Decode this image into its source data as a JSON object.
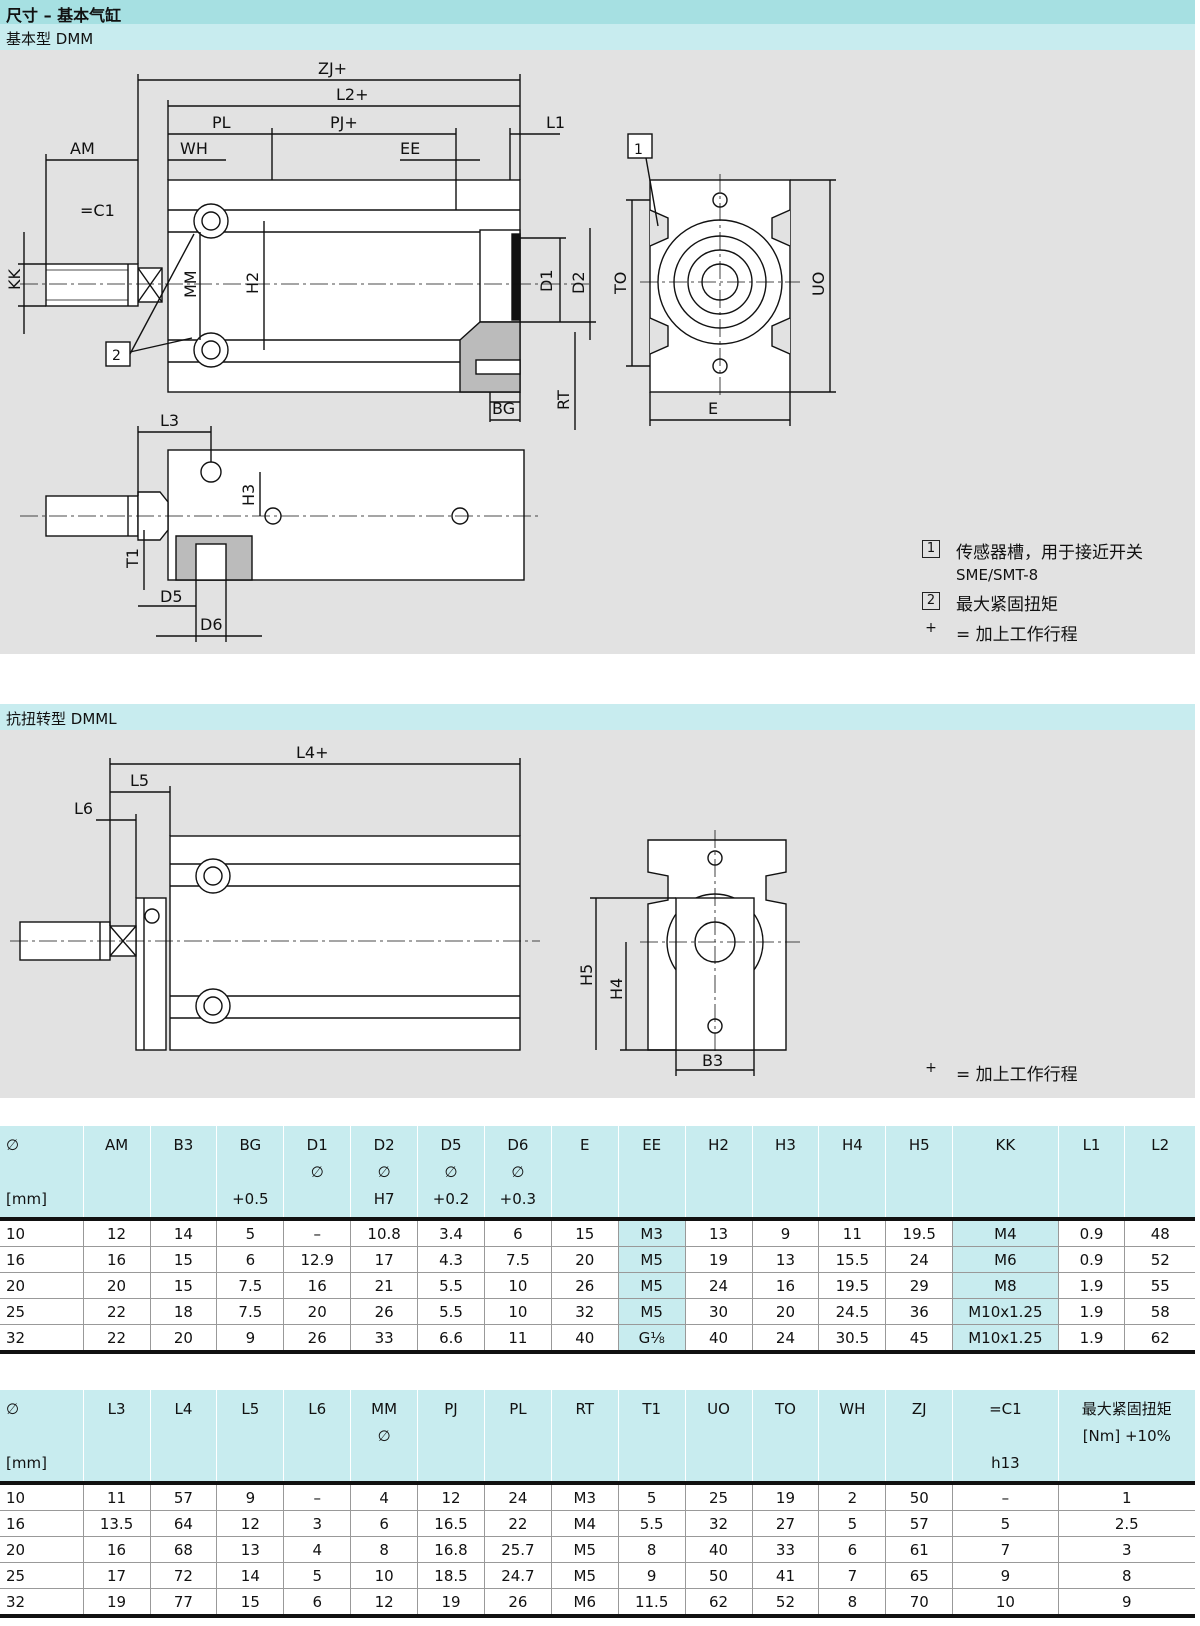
{
  "header": {
    "title": "尺寸 – 基本气缸"
  },
  "section1": {
    "title": "基本型 DMM"
  },
  "section2": {
    "title": "抗扭转型 DMML"
  },
  "drawing1": {
    "dims": [
      "ZJ+",
      "L2+",
      "PL",
      "PJ+",
      "L1",
      "AM",
      "WH",
      "EE",
      "=C1",
      "KK",
      "MM",
      "H2",
      "D1",
      "D2",
      "TO",
      "UO",
      "RT",
      "BG",
      "E",
      "L3",
      "H3",
      "T1",
      "D5",
      "D6"
    ],
    "callouts": [
      "1",
      "2"
    ]
  },
  "drawing2": {
    "dims": [
      "L4+",
      "L5",
      "L6",
      "H5",
      "H4",
      "B3"
    ]
  },
  "legend": {
    "item1_num": "1",
    "item1_text": "传感器槽，用于接近开关",
    "item1_sub": "SME/SMT-8",
    "item2_num": "2",
    "item2_text": "最大紧固扭矩",
    "plus_sym": "+",
    "plus_text": "= 加上工作行程"
  },
  "legend2": {
    "plus_sym": "+",
    "plus_text": "= 加上工作行程"
  },
  "table1": {
    "headers": [
      [
        "∅",
        "",
        "[mm]"
      ],
      [
        "AM",
        "",
        ""
      ],
      [
        "B3",
        "",
        ""
      ],
      [
        "BG",
        "",
        "+0.5"
      ],
      [
        "D1",
        "∅",
        ""
      ],
      [
        "D2",
        "∅",
        "H7"
      ],
      [
        "D5",
        "∅",
        "+0.2"
      ],
      [
        "D6",
        "∅",
        "+0.3"
      ],
      [
        "E",
        "",
        ""
      ],
      [
        "EE",
        "",
        ""
      ],
      [
        "H2",
        "",
        ""
      ],
      [
        "H3",
        "",
        ""
      ],
      [
        "H4",
        "",
        ""
      ],
      [
        "H5",
        "",
        ""
      ],
      [
        "KK",
        "",
        ""
      ],
      [
        "L1",
        "",
        ""
      ],
      [
        "L2",
        "",
        ""
      ]
    ],
    "rows": [
      [
        "10",
        "12",
        "14",
        "5",
        "–",
        "10.8",
        "3.4",
        "6",
        "15",
        "M3",
        "13",
        "9",
        "11",
        "19.5",
        "M4",
        "0.9",
        "48"
      ],
      [
        "16",
        "16",
        "15",
        "6",
        "12.9",
        "17",
        "4.3",
        "7.5",
        "20",
        "M5",
        "19",
        "13",
        "15.5",
        "24",
        "M6",
        "0.9",
        "52"
      ],
      [
        "20",
        "20",
        "15",
        "7.5",
        "16",
        "21",
        "5.5",
        "10",
        "26",
        "M5",
        "24",
        "16",
        "19.5",
        "29",
        "M8",
        "1.9",
        "55"
      ],
      [
        "25",
        "22",
        "18",
        "7.5",
        "20",
        "26",
        "5.5",
        "10",
        "32",
        "M5",
        "30",
        "20",
        "24.5",
        "36",
        "M10x1.25",
        "1.9",
        "58"
      ],
      [
        "32",
        "22",
        "20",
        "9",
        "26",
        "33",
        "6.6",
        "11",
        "40",
        "G⅛",
        "40",
        "24",
        "30.5",
        "45",
        "M10x1.25",
        "1.9",
        "62"
      ]
    ],
    "highlight_cols": [
      9,
      14
    ]
  },
  "table2": {
    "headers": [
      [
        "∅",
        "",
        "[mm]"
      ],
      [
        "L3",
        "",
        ""
      ],
      [
        "L4",
        "",
        ""
      ],
      [
        "L5",
        "",
        ""
      ],
      [
        "L6",
        "",
        ""
      ],
      [
        "MM",
        "∅",
        ""
      ],
      [
        "PJ",
        "",
        ""
      ],
      [
        "PL",
        "",
        ""
      ],
      [
        "RT",
        "",
        ""
      ],
      [
        "T1",
        "",
        ""
      ],
      [
        "UO",
        "",
        ""
      ],
      [
        "TO",
        "",
        ""
      ],
      [
        "WH",
        "",
        ""
      ],
      [
        "ZJ",
        "",
        ""
      ],
      [
        "=C1",
        "",
        "h13"
      ],
      [
        "最大紧固扭矩",
        "[Nm] +10%",
        ""
      ]
    ],
    "rows": [
      [
        "10",
        "11",
        "57",
        "9",
        "–",
        "4",
        "12",
        "24",
        "M3",
        "5",
        "25",
        "19",
        "2",
        "50",
        "–",
        "1"
      ],
      [
        "16",
        "13.5",
        "64",
        "12",
        "3",
        "6",
        "16.5",
        "22",
        "M4",
        "5.5",
        "32",
        "27",
        "5",
        "57",
        "5",
        "2.5"
      ],
      [
        "20",
        "16",
        "68",
        "13",
        "4",
        "8",
        "16.8",
        "25.7",
        "M5",
        "8",
        "40",
        "33",
        "6",
        "61",
        "7",
        "3"
      ],
      [
        "25",
        "17",
        "72",
        "14",
        "5",
        "10",
        "18.5",
        "24.7",
        "M5",
        "9",
        "50",
        "41",
        "7",
        "65",
        "9",
        "8"
      ],
      [
        "32",
        "19",
        "77",
        "15",
        "6",
        "12",
        "19",
        "26",
        "M6",
        "11.5",
        "62",
        "52",
        "8",
        "70",
        "10",
        "9"
      ]
    ],
    "highlight_cols": []
  }
}
